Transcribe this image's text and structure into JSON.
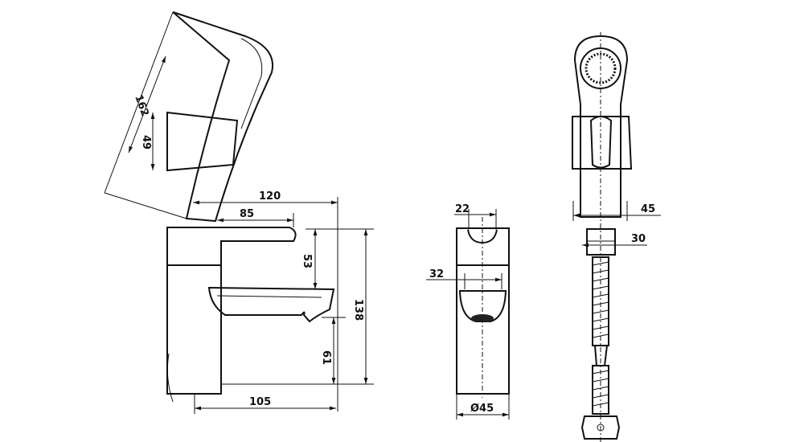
{
  "drawing": {
    "side_view": {
      "dimensions": {
        "handshower_length": "162",
        "holder_height": "49",
        "total_reach": "120",
        "lever_reach": "85",
        "lever_to_spout": "53",
        "total_height": "138",
        "spout_height": "61",
        "spout_projection": "105"
      }
    },
    "front_view": {
      "dimensions": {
        "lever_width": "22",
        "spout_width": "32",
        "body_diameter": "Ø45"
      }
    },
    "handshower_view": {
      "dimensions": {
        "handle_width": "45",
        "connector_width": "30"
      }
    }
  }
}
